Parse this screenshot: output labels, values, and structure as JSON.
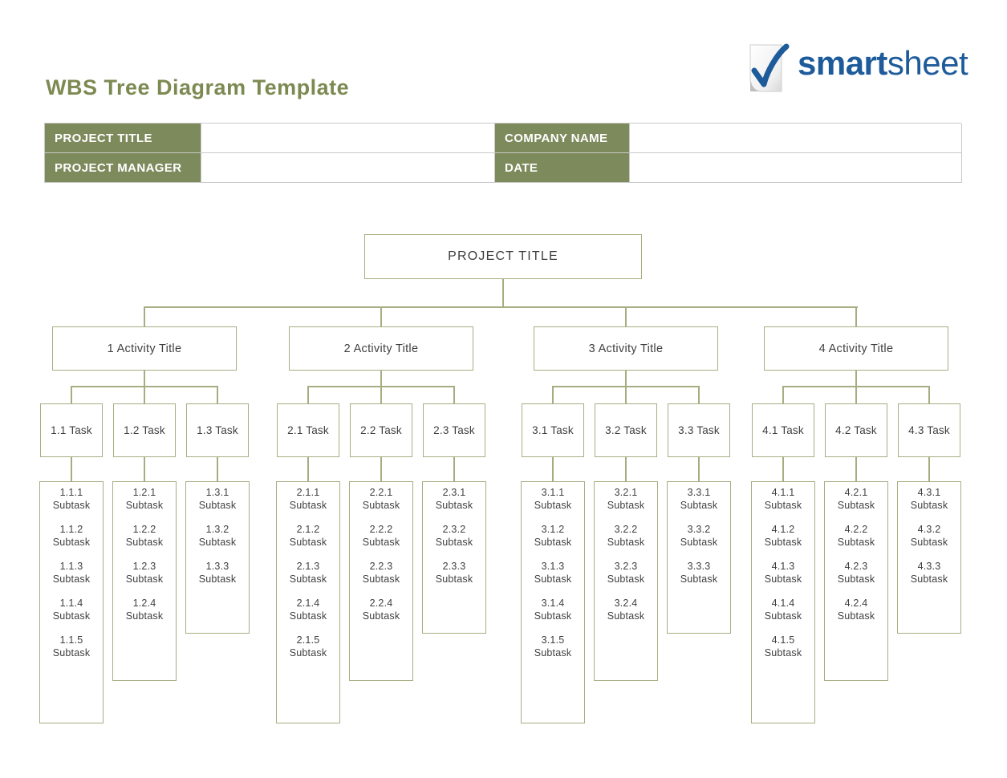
{
  "page": {
    "title": "WBS Tree Diagram Template"
  },
  "logo": {
    "word_bold": "smart",
    "word_light": "sheet",
    "icon": "document-check-icon"
  },
  "colors": {
    "olive_header": "#7D8A5B",
    "olive_title": "#7C8A52",
    "connector_line": "#A6AE81",
    "node_text": "#3F3F3F",
    "logo_blue": "#1E5B9B"
  },
  "info_table": {
    "row1": {
      "left_label": "PROJECT TITLE",
      "left_value": "",
      "right_label": "COMPANY NAME",
      "right_value": ""
    },
    "row2": {
      "left_label": "PROJECT MANAGER",
      "left_value": "",
      "right_label": "DATE",
      "right_value": ""
    }
  },
  "tree": {
    "root": "PROJECT TITLE",
    "groups": [
      {
        "label": "1 Activity Title",
        "tasks": [
          {
            "label": "1.1 Task",
            "subtasks": [
              {
                "id": "1.1.1",
                "label": "Subtask"
              },
              {
                "id": "1.1.2",
                "label": "Subtask"
              },
              {
                "id": "1.1.3",
                "label": "Subtask"
              },
              {
                "id": "1.1.4",
                "label": "Subtask"
              },
              {
                "id": "1.1.5",
                "label": "Subtask"
              }
            ]
          },
          {
            "label": "1.2 Task",
            "subtasks": [
              {
                "id": "1.2.1",
                "label": "Subtask"
              },
              {
                "id": "1.2.2",
                "label": "Subtask"
              },
              {
                "id": "1.2.3",
                "label": "Subtask"
              },
              {
                "id": "1.2.4",
                "label": "Subtask"
              }
            ]
          },
          {
            "label": "1.3 Task",
            "subtasks": [
              {
                "id": "1.3.1",
                "label": "Subtask"
              },
              {
                "id": "1.3.2",
                "label": "Subtask"
              },
              {
                "id": "1.3.3",
                "label": "Subtask"
              }
            ]
          }
        ]
      },
      {
        "label": "2 Activity Title",
        "tasks": [
          {
            "label": "2.1 Task",
            "subtasks": [
              {
                "id": "2.1.1",
                "label": "Subtask"
              },
              {
                "id": "2.1.2",
                "label": "Subtask"
              },
              {
                "id": "2.1.3",
                "label": "Subtask"
              },
              {
                "id": "2.1.4",
                "label": "Subtask"
              },
              {
                "id": "2.1.5",
                "label": "Subtask"
              }
            ]
          },
          {
            "label": "2.2 Task",
            "subtasks": [
              {
                "id": "2.2.1",
                "label": "Subtask"
              },
              {
                "id": "2.2.2",
                "label": "Subtask"
              },
              {
                "id": "2.2.3",
                "label": "Subtask"
              },
              {
                "id": "2.2.4",
                "label": "Subtask"
              }
            ]
          },
          {
            "label": "2.3 Task",
            "subtasks": [
              {
                "id": "2.3.1",
                "label": "Subtask"
              },
              {
                "id": "2.3.2",
                "label": "Subtask"
              },
              {
                "id": "2.3.3",
                "label": "Subtask"
              }
            ]
          }
        ]
      },
      {
        "label": "3 Activity Title",
        "tasks": [
          {
            "label": "3.1 Task",
            "subtasks": [
              {
                "id": "3.1.1",
                "label": "Subtask"
              },
              {
                "id": "3.1.2",
                "label": "Subtask"
              },
              {
                "id": "3.1.3",
                "label": "Subtask"
              },
              {
                "id": "3.1.4",
                "label": "Subtask"
              },
              {
                "id": "3.1.5",
                "label": "Subtask"
              }
            ]
          },
          {
            "label": "3.2 Task",
            "subtasks": [
              {
                "id": "3.2.1",
                "label": "Subtask"
              },
              {
                "id": "3.2.2",
                "label": "Subtask"
              },
              {
                "id": "3.2.3",
                "label": "Subtask"
              },
              {
                "id": "3.2.4",
                "label": "Subtask"
              }
            ]
          },
          {
            "label": "3.3 Task",
            "subtasks": [
              {
                "id": "3.3.1",
                "label": "Subtask"
              },
              {
                "id": "3.3.2",
                "label": "Subtask"
              },
              {
                "id": "3.3.3",
                "label": "Subtask"
              }
            ]
          }
        ]
      },
      {
        "label": "4 Activity Title",
        "tasks": [
          {
            "label": "4.1 Task",
            "subtasks": [
              {
                "id": "4.1.1",
                "label": "Subtask"
              },
              {
                "id": "4.1.2",
                "label": "Subtask"
              },
              {
                "id": "4.1.3",
                "label": "Subtask"
              },
              {
                "id": "4.1.4",
                "label": "Subtask"
              },
              {
                "id": "4.1.5",
                "label": "Subtask"
              }
            ]
          },
          {
            "label": "4.2 Task",
            "subtasks": [
              {
                "id": "4.2.1",
                "label": "Subtask"
              },
              {
                "id": "4.2.2",
                "label": "Subtask"
              },
              {
                "id": "4.2.3",
                "label": "Subtask"
              },
              {
                "id": "4.2.4",
                "label": "Subtask"
              }
            ]
          },
          {
            "label": "4.3 Task",
            "subtasks": [
              {
                "id": "4.3.1",
                "label": "Subtask"
              },
              {
                "id": "4.3.2",
                "label": "Subtask"
              },
              {
                "id": "4.3.3",
                "label": "Subtask"
              }
            ]
          }
        ]
      }
    ]
  }
}
